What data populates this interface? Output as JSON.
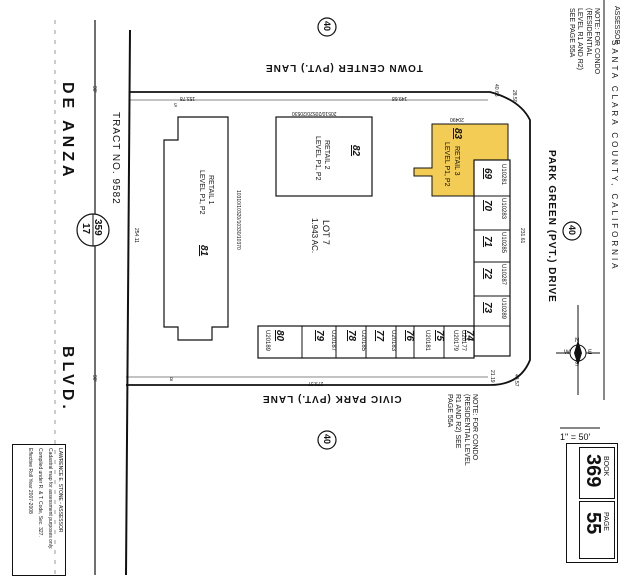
{
  "header": {
    "assessor": "ASSESSOR",
    "county": "SANTA CLARA COUNTY, CALIFORNIA"
  },
  "notes": {
    "top": "NOTE: FOR CONDO (RESIDENTIAL LEVEL R1 AND R2) SEE PAGE 55A",
    "bottom": "NOTE: FOR CONDO (RESIDENTIAL LEVEL R1 AND R2) SEE PAGE 55A"
  },
  "streets": {
    "town_center": "TOWN CENTER (PVT.) LANE",
    "civic_park": "CIVIC PARK (PVT.) LANE",
    "park_green": "PARK GREEN (PVT.) DRIVE",
    "de_anza": "DE ANZA",
    "blvd": "BLVD.",
    "route_marker": "40"
  },
  "tract": "TRACT NO. 9582",
  "book_ref": {
    "top": "359",
    "bottom": "17"
  },
  "lot": {
    "label": "LOT 7",
    "area": "1.943 AC."
  },
  "retail": {
    "r1": {
      "number": "81",
      "title": "RETAIL 1",
      "level": "LEVEL P1, P2",
      "address": "10310/10320/10330/10370"
    },
    "r2": {
      "number": "82",
      "title": "RETAIL 2",
      "level": "LEVEL P1, P2",
      "address": "20510/20520/20530"
    },
    "r3": {
      "number": "83",
      "title": "RETAIL 3",
      "level": "LEVEL P1, P2",
      "address": "20490"
    }
  },
  "east_units": [
    {
      "number": "69",
      "address": "U10281"
    },
    {
      "number": "70",
      "address": "U10283"
    },
    {
      "number": "71",
      "address": "U10285"
    },
    {
      "number": "72",
      "address": "U10287"
    },
    {
      "number": "73",
      "address": "U10289"
    }
  ],
  "south_units": [
    {
      "number": "74",
      "address": "U20177"
    },
    {
      "number": "75",
      "address": "U20179"
    },
    {
      "number": "76",
      "address": "U20181"
    },
    {
      "number": "77",
      "address": "U20183"
    },
    {
      "number": "78",
      "address": "U20185"
    },
    {
      "number": "79",
      "address": "U20187"
    },
    {
      "number": "80",
      "address": "U20189"
    }
  ],
  "dimensions": {
    "top_left": "153.78",
    "top_right": "149.68",
    "west": "254.11",
    "east": "231.61",
    "south": "279.37",
    "ne_curve": "40.63",
    "ne_curve_2": "28.50",
    "se_curve": "21.19",
    "se_curve_2": "48.57",
    "road_top": "90'",
    "road_bottom": "90'",
    "small_1": "5",
    "small_2": "8"
  },
  "scale": "1\" = 50'",
  "compass": {
    "n": "N",
    "s": "S",
    "e": "E",
    "w": "W"
  },
  "assessor_box": [
    "LAWRENCE E. STONE - ASSESSOR",
    "Cadastral map for assessment purposes only.",
    "Compiled under R. & T. Code, Sec. 327.",
    "Effective Roll Year 2007-2008"
  ],
  "book": {
    "label": "BOOK",
    "number": "369"
  },
  "page": {
    "label": "PAGE",
    "number": "55"
  },
  "colors": {
    "highlight": "#f3cc55",
    "line": "#111111"
  }
}
